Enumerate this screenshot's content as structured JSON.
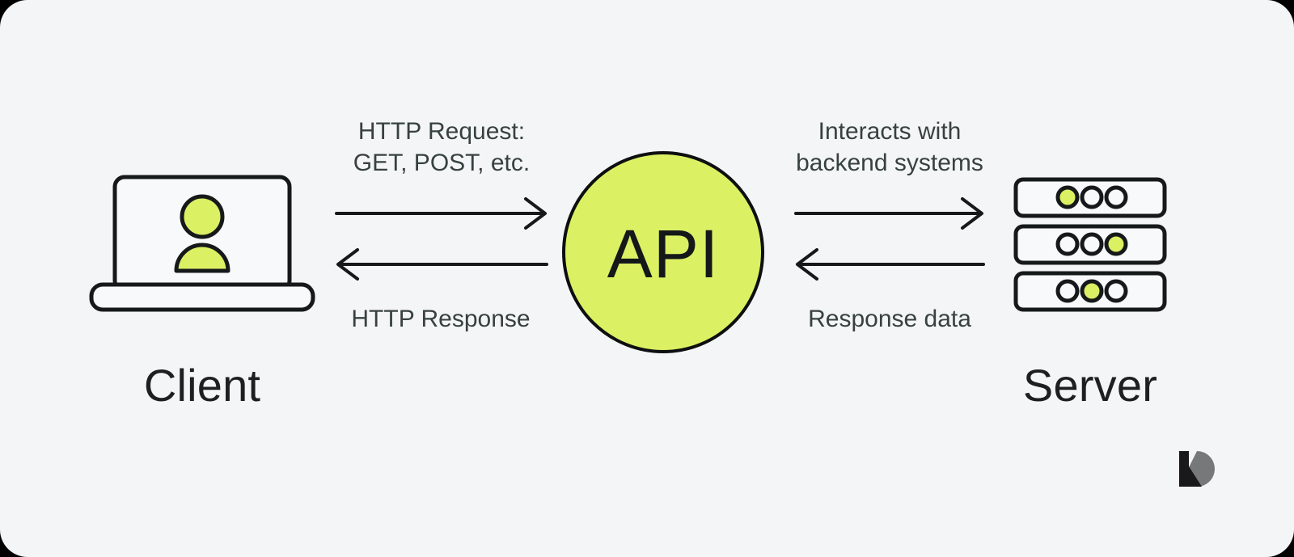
{
  "diagram": {
    "title": "API request/response flow between client and server",
    "background_color": "#f4f5f7",
    "accent_color": "#dcf063",
    "stroke_color": "#16191a",
    "nodes": {
      "client": {
        "label": "Client",
        "icon": "laptop-with-user-icon"
      },
      "api": {
        "label": "API",
        "shape": "circle",
        "fill": "#dcf063"
      },
      "server": {
        "label": "Server",
        "icon": "server-rack-icon",
        "racks": [
          {
            "lights": [
              "on",
              "off",
              "off"
            ]
          },
          {
            "lights": [
              "off",
              "off",
              "on"
            ]
          },
          {
            "lights": [
              "off",
              "on",
              "off"
            ]
          }
        ]
      }
    },
    "connectors": [
      {
        "id": "client-to-api",
        "direction": "right",
        "from": "client",
        "to": "api",
        "label_line1": "HTTP Request:",
        "label_line2": "GET, POST, etc.",
        "label_position": "above"
      },
      {
        "id": "api-to-client",
        "direction": "left",
        "from": "api",
        "to": "client",
        "label_line1": "HTTP Response",
        "label_line2": "",
        "label_position": "below"
      },
      {
        "id": "api-to-server",
        "direction": "right",
        "from": "api",
        "to": "server",
        "label_line1": "Interacts with",
        "label_line2": "backend systems",
        "label_position": "above"
      },
      {
        "id": "server-to-api",
        "direction": "left",
        "from": "server",
        "to": "api",
        "label_line1": "Response data",
        "label_line2": "",
        "label_position": "below"
      }
    ],
    "watermark": {
      "name": "brand-logo-r",
      "dark_color": "#19191b",
      "light_color": "#76787a"
    }
  }
}
